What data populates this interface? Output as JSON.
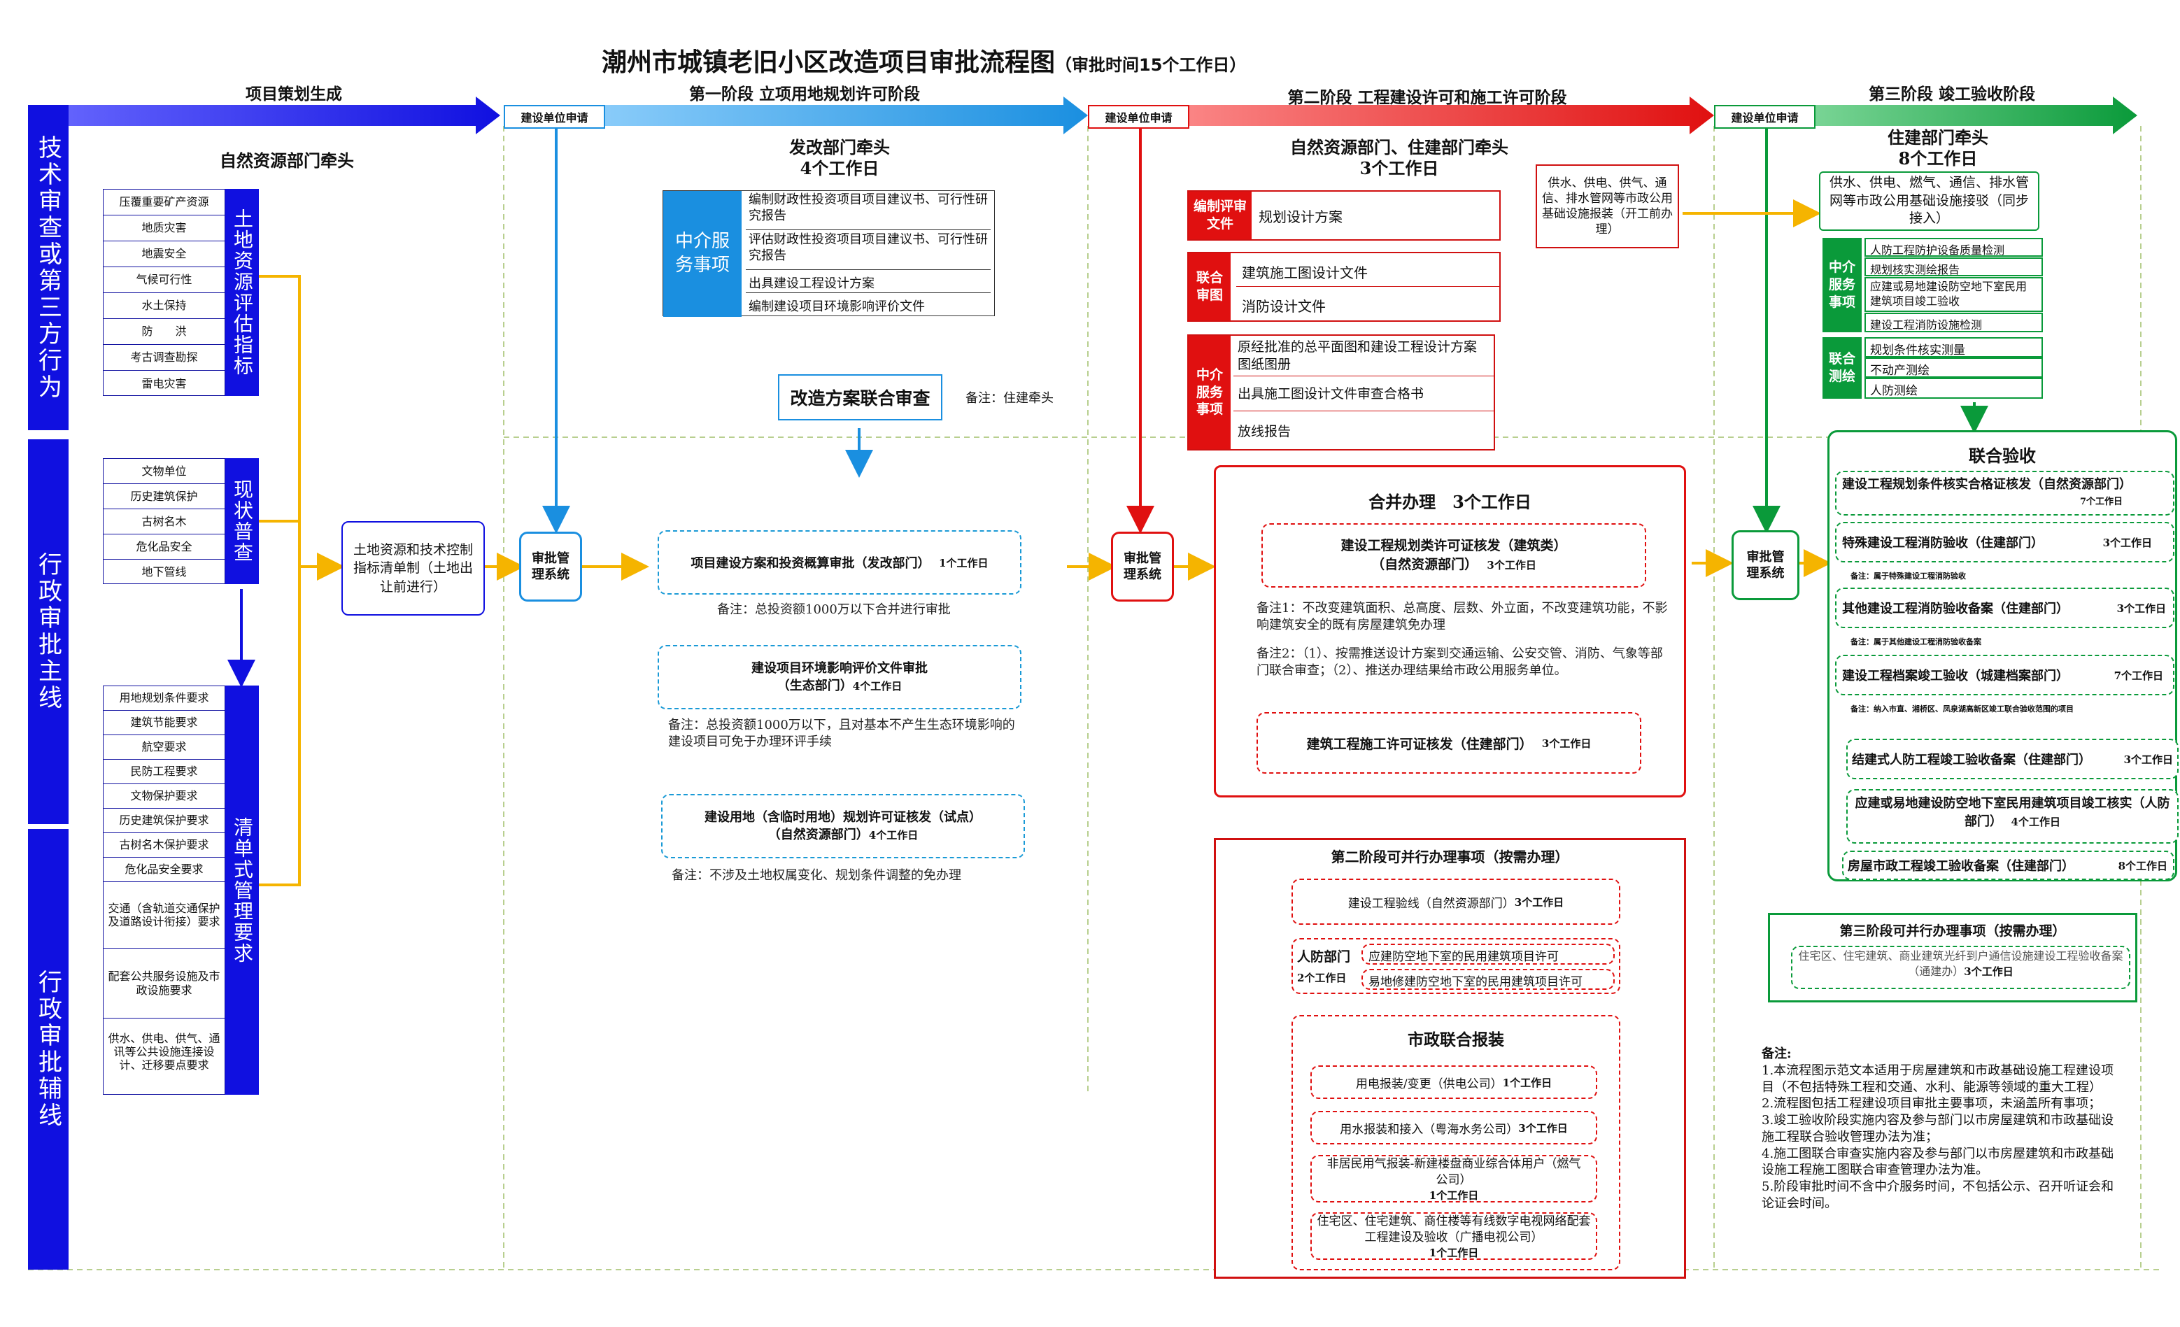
{
  "title": {
    "main": "潮州市城镇老旧小区改造项目审批流程图",
    "sub": "（审批时间15个工作日）"
  },
  "phases": {
    "p0": "项目策划生成",
    "p1": "第一阶段  立项用地规划许可阶段",
    "p2": "第二阶段  工程建设许可和施工许可阶段",
    "p3": "第三阶段  竣工验收阶段"
  },
  "apply_label": "建设单位申请",
  "side": {
    "tech": "技术审查或第三方行为",
    "main_line": "行政审批主线",
    "aux_line": "行政审批辅线"
  },
  "planning": {
    "lead": "自然资源部门牵头",
    "land_eval": {
      "title": "土地资源评估指标",
      "items": [
        "压覆重要矿产资源",
        "地质灾害",
        "地震安全",
        "气候可行性",
        "水土保持",
        "防　　洪",
        "考古调查勘探",
        "雷电灾害"
      ]
    },
    "survey": {
      "title": "现状普查",
      "items": [
        "文物单位",
        "历史建筑保护",
        "古树名木",
        "危化品安全",
        "地下管线"
      ]
    },
    "list_mgmt": {
      "title": "清单式管理要求",
      "items": [
        "用地规划条件要求",
        "建筑节能要求",
        "航空要求",
        "民防工程要求",
        "文物保护要求",
        "历史建筑保护要求",
        "古树名木保护要求",
        "危化品安全要求",
        "交通（含轨道交通保护及道路设计衔接）要求",
        "配套公共服务设施及市政设施要求",
        "供水、供电、供气、通讯等公共设施连接设计、迁移要点要求"
      ]
    },
    "checklist": "土地资源和技术控制指标清单制（土地出让前进行）"
  },
  "stage1": {
    "lead": "发改部门牵头",
    "days": "4个工作日",
    "agency_label": "中介服务事项",
    "agency_items": [
      "编制财政性投资项目项目建议书、可行性研究报告",
      "评估财政性投资项目项目建议书、可行性研究报告",
      "出具建设工程设计方案",
      "编制建设项目环境影响评价文件"
    ],
    "joint_review": "改造方案联合审查",
    "joint_note": "备注：住建牵头",
    "items": [
      {
        "name": "项目建设方案和投资概算审批（发改部门）",
        "days": "1个工作日",
        "note": "备注：总投资额1000万以下合并进行审批"
      },
      {
        "name": "建设项目环境影响评价文件审批",
        "dept": "（生态部门）",
        "days": "4个工作日",
        "note": "备注：总投资额1000万以下，且对基本不产生生态环境影响的建设项目可免于办理环评手续"
      },
      {
        "name": "建设用地（含临时用地）规划许可证核发（试点）",
        "dept": "（自然资源部门）",
        "days": "4个工作日",
        "note": "备注：不涉及土地权属变化、规划条件调整的免办理"
      }
    ]
  },
  "system": "审批管理系统",
  "stage2": {
    "lead": "自然资源部门、住建部门牵头",
    "days": "3个工作日",
    "utility_pre": "供水、供电、供气、通信、排水管网等市政公用基础设施报装（开工前办理）",
    "design_label": "编制评审文件",
    "design_items": [
      "规划设计方案"
    ],
    "joint_label": "联合审图",
    "joint_items": [
      "建筑施工图设计文件",
      "消防设计文件"
    ],
    "agency_label": "中介服务事项",
    "agency_items": [
      "原经批准的总平面图和建设工程设计方案图纸图册",
      "出具施工图设计文件审查合格书",
      "放线报告"
    ],
    "merge_title": "合并办理　3个工作日",
    "permit1": {
      "name": "建设工程规划类许可证核发（建筑类）",
      "dept": "（自然资源部门）",
      "days": "3个工作日"
    },
    "note1": "备注1：不改变建筑面积、总高度、层数、外立面，不改变建筑功能，不影响建筑安全的既有房屋建筑免办理",
    "note2": "备注2：（1）、按需推送设计方案到交通运输、公安交管、消防、气象等部门联合审查；（2）、推送办理结果给市政公用服务单位。",
    "permit2": {
      "name": "建筑工程施工许可证核发（住建部门）",
      "days": "3个工作日"
    },
    "parallel_title": "第二阶段可并行办理事项（按需办理）",
    "parallel_item": {
      "name": "建设工程验线（自然资源部门）",
      "days": "3个工作日"
    },
    "civil_label": "人防部门",
    "civil_days": "2个工作日",
    "civil_items": [
      "应建防空地下室的民用建筑项目许可",
      "易地修建防空地下室的民用建筑项目许可"
    ],
    "municipal_title": "市政联合报装",
    "municipal_items": [
      {
        "name": "用电报装/变更（供电公司）",
        "days": "1个工作日"
      },
      {
        "name": "用水报装和接入（粤海水务公司）",
        "days": "3个工作日"
      },
      {
        "name": "非居民用气报装-新建楼盘商业综合体用户（燃气公司）",
        "days": "1个工作日"
      },
      {
        "name": "住宅区、住宅建筑、商住楼等有线数字电视网络配套工程建设及验收（广播电视公司）",
        "days": "1个工作日"
      }
    ]
  },
  "stage3": {
    "lead": "住建部门牵头",
    "days": "8个工作日",
    "utility_accept": "供水、供电、燃气、通信、排水管网等市政公用基础设施接驳（同步接入）",
    "agency_label": "中介服务事项",
    "agency_items": [
      "人防工程防护设备质量检测",
      "规划核实测绘报告",
      "应建或易地建设防空地下室民用建筑项目竣工验收",
      "建设工程消防设施检测"
    ],
    "survey_label": "联合测绘",
    "survey_items": [
      "规划条件核实测量",
      "不动产测绘",
      "人防测绘"
    ],
    "joint_title": "联合验收",
    "accept_items": [
      {
        "name": "建设工程规划条件核实合格证核发（自然资源部门）",
        "days": "7个工作日",
        "note": ""
      },
      {
        "name": "特殊建设工程消防验收（住建部门）",
        "days": "3个工作日",
        "note": "备注：属于特殊建设工程消防验收"
      },
      {
        "name": "其他建设工程消防验收备案（住建部门）",
        "days": "3个工作日",
        "note": "备注：属于其他建设工程消防验收备案"
      },
      {
        "name": "建设工程档案竣工验收（城建档案部门）",
        "days": "7个工作日",
        "note": "备注：纳入市直、湘桥区、凤泉湖高新区竣工联合验收范围的项目"
      },
      {
        "name": "结建式人防工程竣工验收备案（住建部门）",
        "days": "3个工作日",
        "note": ""
      },
      {
        "name": "应建或易地建设防空地下室民用建筑项目竣工核实（人防部门）",
        "days": "4个工作日",
        "note": ""
      },
      {
        "name": "房屋市政工程竣工验收备案（住建部门）",
        "days": "8个工作日",
        "note": ""
      }
    ],
    "parallel_title": "第三阶段可并行办理事项（按需办理）",
    "parallel_item": {
      "name": "住宅区、住宅建筑、商业建筑光纤到户通信设施建设工程验收备案（通建办）",
      "days": "3个工作日"
    }
  },
  "remarks": {
    "title": "备注:",
    "items": [
      "1.本流程图示范文本适用于房屋建筑和市政基础设施工程建设项目（不包括特殊工程和交通、水利、能源等领域的重大工程）",
      "2.流程图包括工程建设项目审批主要事项，未涵盖所有事项；",
      "3.竣工验收阶段实施内容及参与部门以市房屋建筑和市政基础设施工程联合验收管理办法为准；",
      "4.施工图联合审查实施内容及参与部门以市房屋建筑和市政基础设施工程施工图联合审查管理办法为准。",
      "5.阶段审批时间不含中介服务时间，不包括公示、召开听证会和论证会时间。"
    ]
  },
  "colors": {
    "blue": "#1010e0",
    "sky": "#1a8fe0",
    "red": "#e01010",
    "green": "#0a9a3a",
    "orange": "#f5b400",
    "grid": "#b8cf8f"
  }
}
